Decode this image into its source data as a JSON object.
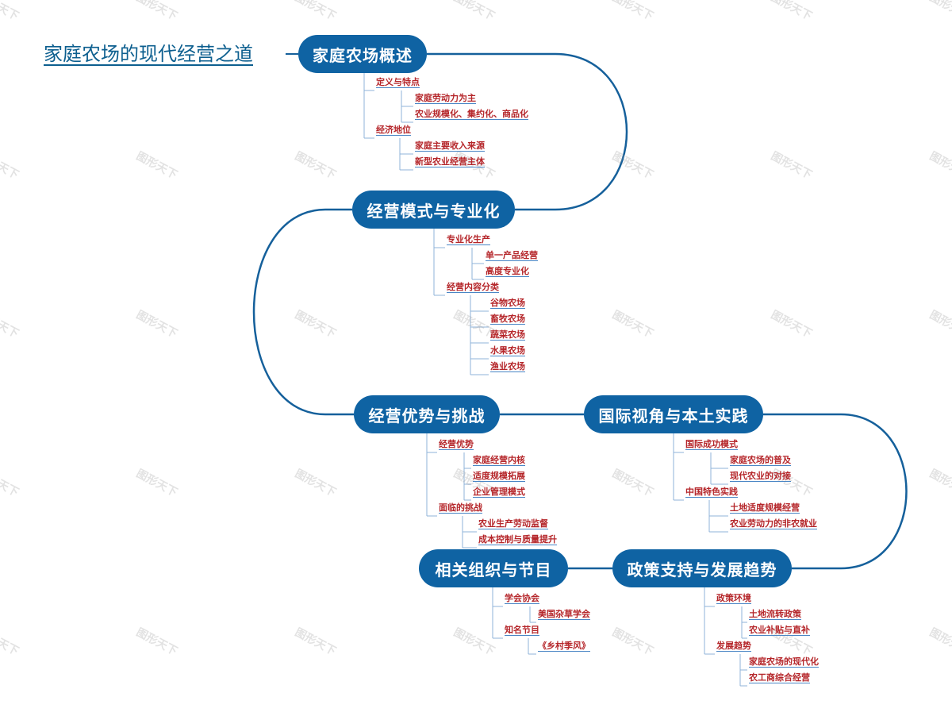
{
  "title": "家庭农场的现代经营之道",
  "watermark": "图形天下",
  "colors": {
    "node_fill": "#0f63a3",
    "connector": "#15609b",
    "leaf_text": "#b5262a",
    "leaf_underline": "#4a86c5",
    "title_text": "#0d5f8f"
  },
  "branches": [
    {
      "label": "家庭农场概述",
      "groups": [
        {
          "label": "定义与特点",
          "items": [
            "家庭劳动力为主",
            "农业规模化、集约化、商品化"
          ]
        },
        {
          "label": "经济地位",
          "items": [
            "家庭主要收入来源",
            "新型农业经营主体"
          ]
        }
      ]
    },
    {
      "label": "经营模式与专业化",
      "groups": [
        {
          "label": "专业化生产",
          "items": [
            "单一产品经营",
            "高度专业化"
          ]
        },
        {
          "label": "经营内容分类",
          "items": [
            "谷物农场",
            "畜牧农场",
            "蔬菜农场",
            "水果农场",
            "渔业农场"
          ]
        }
      ]
    },
    {
      "label": "经营优势与挑战",
      "groups": [
        {
          "label": "经营优势",
          "items": [
            "家庭经营内核",
            "适度规模拓展",
            "企业管理模式"
          ]
        },
        {
          "label": "面临的挑战",
          "items": [
            "农业生产劳动监督",
            "成本控制与质量提升"
          ]
        }
      ]
    },
    {
      "label": "国际视角与本土实践",
      "groups": [
        {
          "label": "国际成功模式",
          "items": [
            "家庭农场的普及",
            "现代农业的对接"
          ]
        },
        {
          "label": "中国特色实践",
          "items": [
            "土地适度规模经营",
            "农业劳动力的非农就业"
          ]
        }
      ]
    },
    {
      "label": "政策支持与发展趋势",
      "groups": [
        {
          "label": "政策环境",
          "items": [
            "土地流转政策",
            "农业补贴与直补"
          ]
        },
        {
          "label": "发展趋势",
          "items": [
            "家庭农场的现代化",
            "农工商综合经营"
          ]
        }
      ]
    },
    {
      "label": "相关组织与节目",
      "groups": [
        {
          "label": "学会协会",
          "items": [
            "美国杂草学会"
          ]
        },
        {
          "label": "知名节目",
          "items": [
            "《乡村季风》"
          ]
        }
      ]
    }
  ]
}
